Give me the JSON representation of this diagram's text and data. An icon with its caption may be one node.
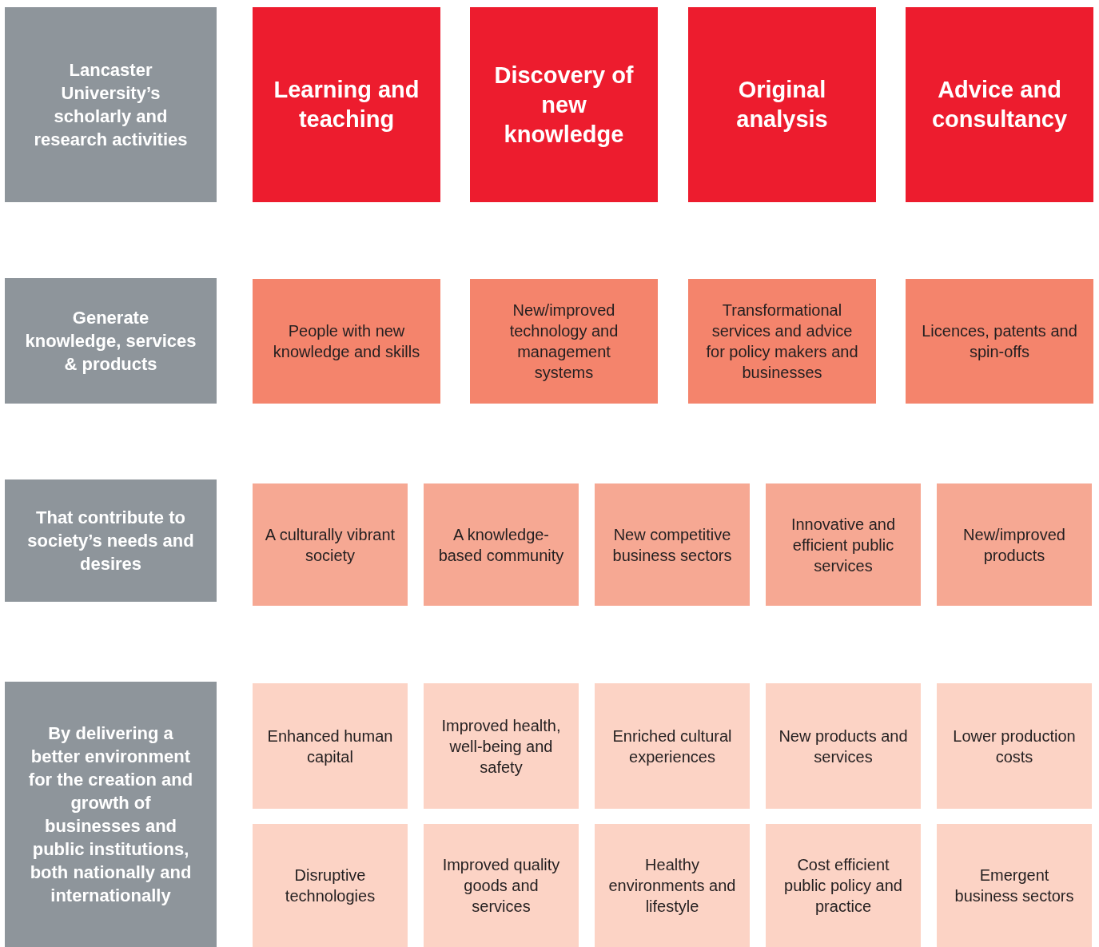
{
  "diagram": {
    "nodes": [
      {
        "text": [
          "Lancaster University’s scholarly and research activities"
        ]
      },
      {
        "text": [
          "Learning and teaching"
        ]
      },
      {
        "text": [
          "Discovery of new knowledge"
        ]
      },
      {
        "text": [
          "Original analysis"
        ]
      },
      {
        "text": [
          "Advice and consultancy"
        ]
      },
      {
        "text": [
          "Generate knowledge, services & products"
        ]
      },
      {
        "text": [
          "People with new knowledge and skills"
        ]
      },
      {
        "text": [
          "New/improved technology and management systems"
        ]
      },
      {
        "text": [
          "Transformational services and advice for policy makers and businesses"
        ]
      },
      {
        "text": [
          "Licences, patents and spin-offs"
        ]
      },
      {
        "text": [
          "That contribute to society’s needs and desires"
        ]
      },
      {
        "text": [
          "A culturally vibrant society"
        ]
      },
      {
        "text": [
          "A knowledge-based community"
        ]
      },
      {
        "text": [
          "New competitive business sectors"
        ]
      },
      {
        "text": [
          "Innovative and efficient public services"
        ]
      },
      {
        "text": [
          "New/improved products"
        ]
      },
      {
        "text": [
          "By delivering a better environment for the creation and growth of businesses and public institutions, both nationally and internationally"
        ]
      },
      {
        "text": [
          "Enhanced human capital"
        ]
      },
      {
        "text": [
          "Improved health, well-being and safety"
        ]
      },
      {
        "text": [
          "Enriched cultural experiences"
        ]
      },
      {
        "text": [
          "New products and services"
        ]
      },
      {
        "text": [
          "Lower production costs"
        ]
      },
      {
        "text": [
          "Disruptive technologies"
        ]
      },
      {
        "text": [
          "Improved quality goods and services"
        ]
      },
      {
        "text": [
          "Healthy environments and lifestyle"
        ]
      },
      {
        "text": [
          "Cost efficient public policy and practice"
        ]
      },
      {
        "text": [
          "Emergent business sectors"
        ]
      }
    ]
  }
}
